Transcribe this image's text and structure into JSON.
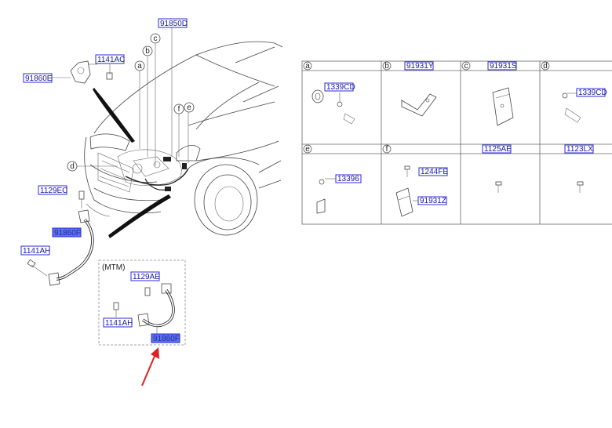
{
  "callouts": {
    "c91850D": "91850D",
    "c1141AC": "1141AC",
    "c91860E": "91860E",
    "c1129EC": "1129EC",
    "c91860F_a": "91860F",
    "c1141AH_a": "1141AH",
    "c1129AE": "1129AE",
    "c1141AH_b": "1141AH",
    "c91860F_b": "91860F"
  },
  "letters": {
    "a": "a",
    "b": "b",
    "c": "c",
    "d": "d",
    "e": "e",
    "f": "f"
  },
  "inset": {
    "label": "(MTM)"
  },
  "table": {
    "row1": [
      {
        "letter": "a",
        "header": "",
        "parts": [
          "1339CD"
        ]
      },
      {
        "letter": "b",
        "header": "91931Y",
        "parts": []
      },
      {
        "letter": "c",
        "header": "91931S",
        "parts": []
      },
      {
        "letter": "d",
        "header": "",
        "parts": [
          "1339CD"
        ]
      }
    ],
    "row2": [
      {
        "letter": "e",
        "header": "",
        "parts": [
          "13396"
        ]
      },
      {
        "letter": "f",
        "header": "",
        "parts": [
          "1244FE",
          "91931Z"
        ]
      },
      {
        "letter": "",
        "header": "1125AE",
        "parts": []
      },
      {
        "letter": "",
        "header": "1123LX",
        "parts": []
      }
    ]
  },
  "colors": {
    "label_box": "#2b2bd6",
    "selected_fill": "#5b73f2",
    "arrow": "#e02020"
  }
}
